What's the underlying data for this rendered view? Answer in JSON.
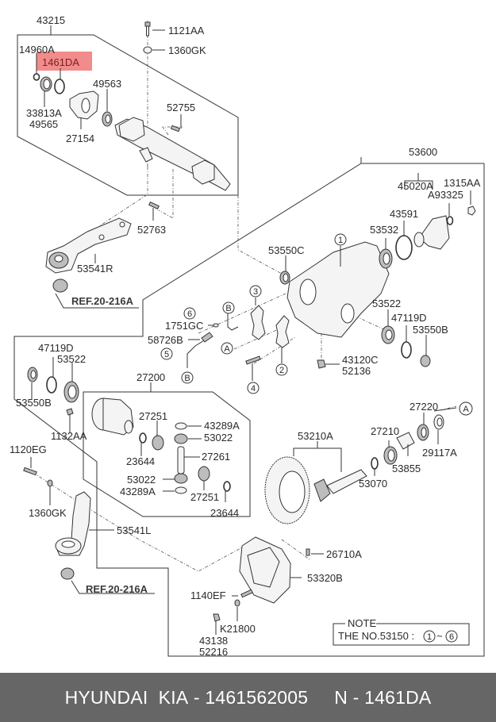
{
  "diagram": {
    "highlight_color": "#f28b8b",
    "highlighted_part": "1461DA",
    "groups": {
      "shaft_assembly": "43215",
      "differential_carrier": "53600",
      "differential_case": "27200"
    },
    "labels": {
      "p43215": "43215",
      "p1121AA": "1121AA",
      "p1360GK_top": "1360GK",
      "p14960A": "14960A",
      "p1461DA": "1461DA",
      "p49563": "49563",
      "p33813A": "33813A",
      "p49565": "49565",
      "p27154": "27154",
      "p52755": "52755",
      "p52763": "52763",
      "p53541R": "53541R",
      "ref_top": "REF.20-216A",
      "p53600": "53600",
      "p45020A": "45020A",
      "p1315AA": "1315AA",
      "pA93325": "A93325",
      "p43591": "43591",
      "p53532": "53532",
      "p53550C": "53550C",
      "p53522_r": "53522",
      "p47119D_r": "47119D",
      "p53550B_r": "53550B",
      "p43120C": "43120C",
      "p52136": "52136",
      "p1751GC": "1751GC",
      "p58726B": "58726B",
      "p47119D_l": "47119D",
      "p53522_l": "53522",
      "p53550B_l": "53550B",
      "p1132AA": "1132AA",
      "p27200": "27200",
      "p27251_a": "27251",
      "p43289A_a": "43289A",
      "p53022_a": "53022",
      "p23644_a": "23644",
      "p27261": "27261",
      "p53022_b": "53022",
      "p43289A_b": "43289A",
      "p27251_b": "27251",
      "p23644_b": "23644",
      "p53210A": "53210A",
      "p27220": "27220",
      "p27210": "27210",
      "p29117A": "29117A",
      "p53855": "53855",
      "p53070": "53070",
      "p1120EG": "1120EG",
      "p1360GK_bot": "1360GK",
      "p53541L": "53541L",
      "ref_bot": "REF.20-216A",
      "p26710A": "26710A",
      "p53320B": "53320B",
      "p1140EF": "1140EF",
      "pK21800": "K21800",
      "p43138": "43138",
      "p52216": "52216"
    },
    "callouts": {
      "c1": "1",
      "c2": "2",
      "c3": "3",
      "c4": "4",
      "c5": "5",
      "c6": "6",
      "A1": "A",
      "A2": "A",
      "B1": "B",
      "B2": "B"
    },
    "note": {
      "title": "NOTE",
      "text": "THE NO.53150 :",
      "range_from": "1",
      "range_sep": "~",
      "range_to": "6"
    }
  },
  "footer": {
    "brand": "HYUNDAI  KIA",
    "part_number": "- 1461562005",
    "ref_code": "N - 1461DA"
  }
}
